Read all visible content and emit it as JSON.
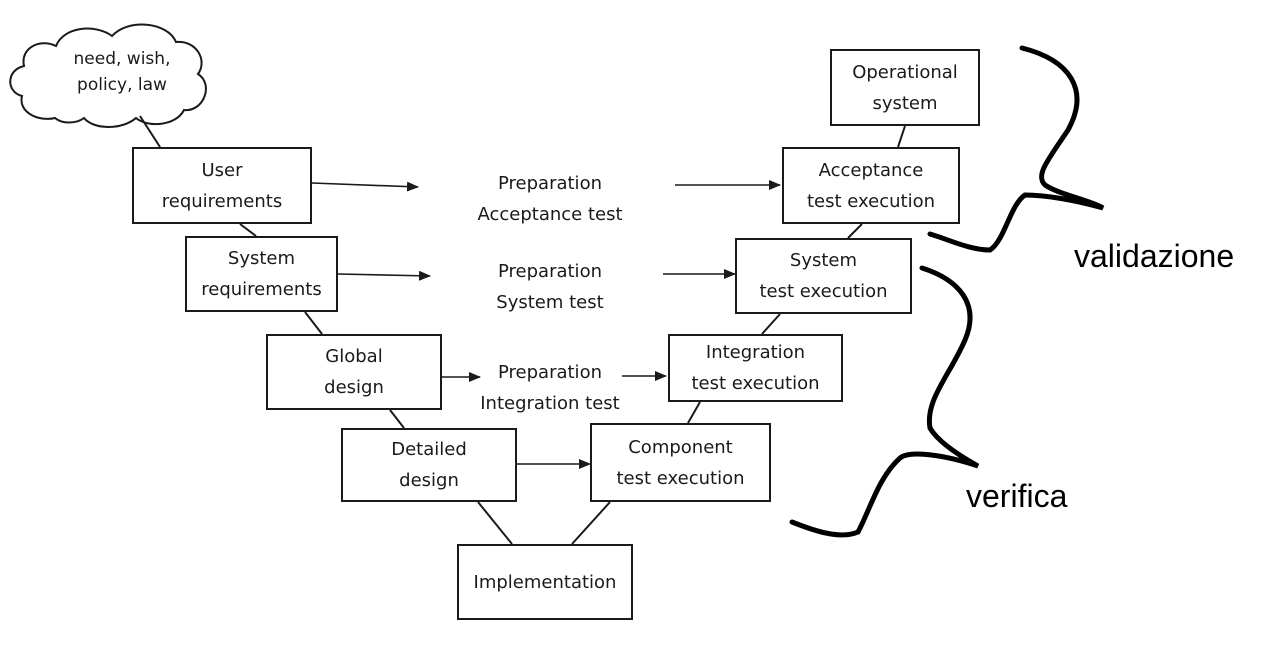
{
  "cloud": {
    "text": "need, wish,\npolicy, law"
  },
  "left_boxes": [
    {
      "id": "user-requirements",
      "label": "User\nrequirements"
    },
    {
      "id": "system-requirements",
      "label": "System\nrequirements"
    },
    {
      "id": "global-design",
      "label": "Global\ndesign"
    },
    {
      "id": "detailed-design",
      "label": "Detailed\ndesign"
    }
  ],
  "bottom_box": {
    "label": "Implementation"
  },
  "right_boxes": [
    {
      "id": "operational-system",
      "label": "Operational\nsystem"
    },
    {
      "id": "acceptance-test-execution",
      "label": "Acceptance\ntest execution"
    },
    {
      "id": "system-test-execution",
      "label": "System\ntest execution"
    },
    {
      "id": "integration-test-execution",
      "label": "Integration\ntest execution"
    },
    {
      "id": "component-test-execution",
      "label": "Component\ntest execution"
    }
  ],
  "preparation_labels": [
    {
      "id": "acceptance",
      "label": "Preparation\nAcceptance test"
    },
    {
      "id": "system",
      "label": "Preparation\nSystem test"
    },
    {
      "id": "integration",
      "label": "Preparation\nIntegration test"
    }
  ],
  "side_labels": {
    "validation": "validazione",
    "verification": "verifica"
  },
  "colors": {
    "line": "#1a1a1a",
    "bracket": "#000000"
  }
}
